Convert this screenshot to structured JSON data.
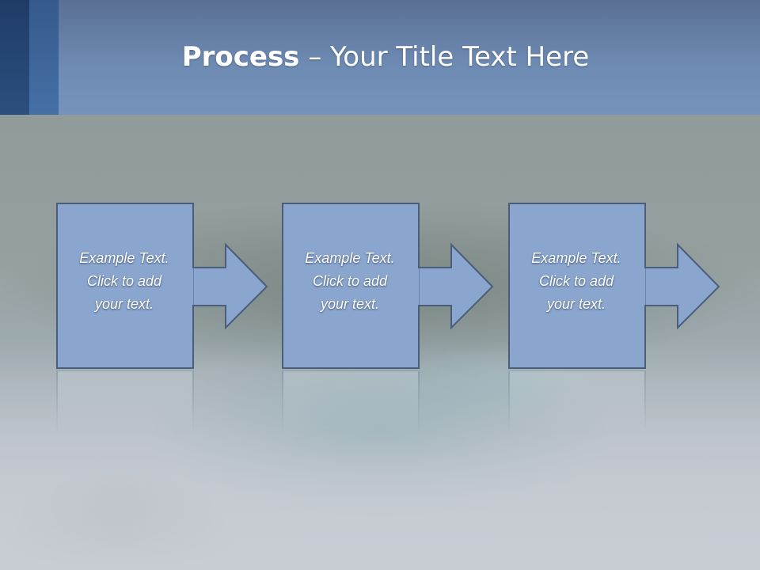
{
  "slide": {
    "title_bold": "Process",
    "title_rest": " – Your Title Text Here"
  },
  "steps": [
    {
      "line1": "Example Text.",
      "line2": "Click  to add",
      "line3": "your text."
    },
    {
      "line1": "Example Text.",
      "line2": "Click  to add",
      "line3": "your text."
    },
    {
      "line1": "Example Text.",
      "line2": "Click  to add",
      "line3": "your text."
    }
  ],
  "colors": {
    "box_fill": "#8aa6cf",
    "box_stroke": "#4a5e7a",
    "header_stripe_dark": "#1f3c66",
    "header_stripe_mid": "#355a8c",
    "header_bg": "#6d8ab2"
  }
}
